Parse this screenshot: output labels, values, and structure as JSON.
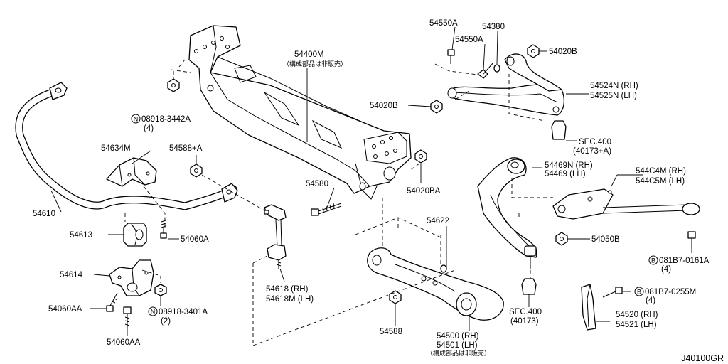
{
  "diagram_code": "J40100GR",
  "labels": {
    "l54550A_a": "54550A",
    "l54380": "54380",
    "l54550A_b": "54550A",
    "l54020B_top": "54020B",
    "l54400M": "54400M",
    "l54400M_note": "（構成部品は非販売）",
    "l54524N": "54524N (RH)",
    "l54525N": "54525N (LH)",
    "lN08918_3442A": "08918-3442A",
    "lN08918_3442A_qty": "(4)",
    "l54020B_mid": "54020B",
    "lSEC400_a": "SEC.400",
    "lSEC400_a_ref": "(40173+A)",
    "l54634M": "54634M",
    "l54588A": "54588+A",
    "l54469N": "54469N (RH)",
    "l54469": "54469 (LH)",
    "l544C4M": "544C4M (RH)",
    "l544C5M": "544C5M (LH)",
    "l54580": "54580",
    "l54020BA": "54020BA",
    "l54610": "54610",
    "l54622": "54622",
    "l54613": "54613",
    "l54060A": "54060A",
    "l54050B": "54050B",
    "lB081B7_0161A": "081B7-0161A",
    "lB081B7_0161A_qty": "(4)",
    "l54614": "54614",
    "l54618": "54618 (RH)",
    "l54618M": "54618M (LH)",
    "lB081B7_0255M": "081B7-0255M",
    "lB081B7_0255M_qty": "(4)",
    "l54060AA_a": "54060AA",
    "lN08918_3401A": "08918-3401A",
    "lN08918_3401A_qty": "(2)",
    "lSEC400_b": "SEC.400",
    "lSEC400_b_ref": "(40173)",
    "l54520": "54520 (RH)",
    "l54521": "54521 (LH)",
    "l54588": "54588",
    "l54500": "54500 (RH)",
    "l54501": "54501 (LH)",
    "l54501_note": "（構成部品は非販売）",
    "l54060AA_b": "54060AA"
  },
  "markers": {
    "N": "N",
    "B": "B"
  }
}
